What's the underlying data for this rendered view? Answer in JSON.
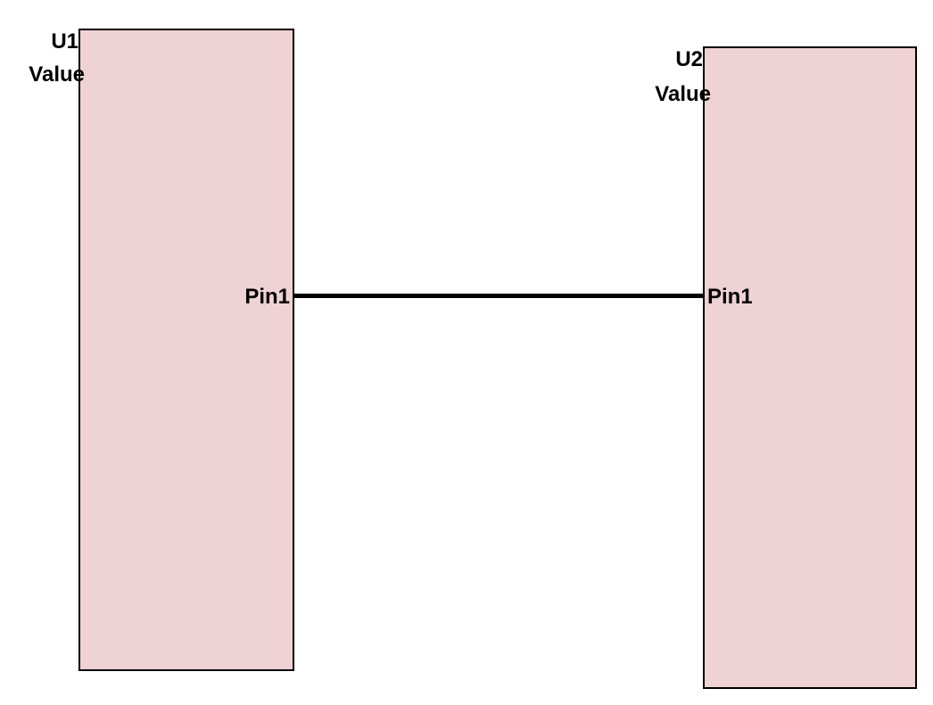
{
  "schematic": {
    "components": [
      {
        "reference": "U1",
        "value": "Value",
        "pins": [
          {
            "name": "Pin1",
            "side": "right"
          }
        ]
      },
      {
        "reference": "U2",
        "value": "Value",
        "pins": [
          {
            "name": "Pin1",
            "side": "left"
          }
        ]
      }
    ],
    "net": {
      "from": "U1.Pin1",
      "to": "U2.Pin1"
    },
    "colors": {
      "background": "#ffffff",
      "body_fill": "#efd2d4",
      "outline": "#000000",
      "wire": "#000000",
      "text": "#000000"
    }
  }
}
